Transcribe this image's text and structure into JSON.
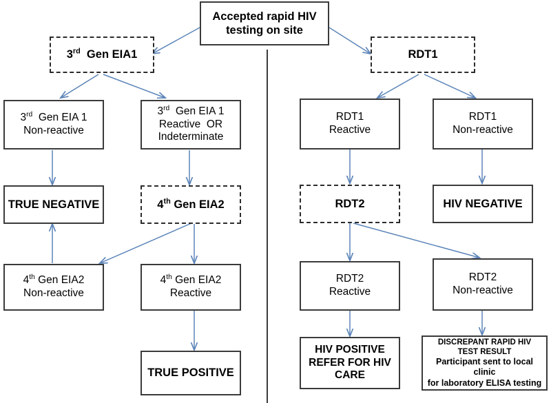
{
  "diagram": {
    "title": "HIV rapid testing algorithm flowchart",
    "arrow_color": "#5b84b8",
    "box_border_color": "#3a3a3a",
    "divider_label": "vertical-separator"
  },
  "nodes": {
    "root": {
      "label": "Accepted rapid HIV\ntesting on site",
      "style": "solid",
      "weight": "bold"
    },
    "eia1_test": {
      "label": "3rd  Gen EIA1",
      "sup": "rd",
      "style": "dashed",
      "weight": "bold"
    },
    "eia1_nonreact": {
      "label": "3rd  Gen EIA 1\nNon-reactive",
      "sup": "rd",
      "style": "solid",
      "weight": "normal"
    },
    "eia1_react": {
      "label": "3rd  Gen EIA 1\nReactive  OR\nIndeterminate",
      "sup": "rd",
      "style": "solid",
      "weight": "normal"
    },
    "true_negative": {
      "label": "TRUE NEGATIVE",
      "style": "solid",
      "weight": "bold"
    },
    "eia2_test": {
      "label": "4th Gen EIA2",
      "sup": "th",
      "style": "dashed",
      "weight": "bold"
    },
    "eia2_nonreact": {
      "label": "4th Gen EIA2\nNon-reactive",
      "sup": "th",
      "style": "solid",
      "weight": "normal"
    },
    "eia2_react": {
      "label": "4th Gen EIA2\nReactive",
      "sup": "th",
      "style": "solid",
      "weight": "normal"
    },
    "true_positive": {
      "label": "TRUE POSITIVE",
      "style": "solid",
      "weight": "bold"
    },
    "rdt1_test": {
      "label": "RDT1",
      "style": "dashed",
      "weight": "bold"
    },
    "rdt1_react": {
      "label": "RDT1\nReactive",
      "style": "solid",
      "weight": "normal"
    },
    "rdt1_nonreact": {
      "label": "RDT1\nNon-reactive",
      "style": "solid",
      "weight": "normal"
    },
    "rdt2_test": {
      "label": "RDT2",
      "style": "dashed",
      "weight": "bold"
    },
    "hiv_negative": {
      "label": "HIV NEGATIVE",
      "style": "solid",
      "weight": "bold"
    },
    "rdt2_react": {
      "label": "RDT2\nReactive",
      "style": "solid",
      "weight": "normal"
    },
    "rdt2_nonreact": {
      "label": "RDT2\nNon-reactive",
      "style": "solid",
      "weight": "normal"
    },
    "hiv_positive": {
      "label": "HIV POSITIVE\nREFER FOR HIV\nCARE",
      "style": "solid",
      "weight": "bold"
    },
    "discrepant": {
      "label": "DISCREPANT RAPID HIV\nTEST RESULT",
      "label2": "Participant sent to local clinic\nfor laboratory ELISA testing",
      "style": "solid",
      "weight": "bold"
    }
  },
  "edges": [
    {
      "from": "root",
      "to": "eia1_test"
    },
    {
      "from": "root",
      "to": "rdt1_test"
    },
    {
      "from": "eia1_test",
      "to": "eia1_nonreact"
    },
    {
      "from": "eia1_test",
      "to": "eia1_react"
    },
    {
      "from": "eia1_nonreact",
      "to": "true_negative"
    },
    {
      "from": "eia1_react",
      "to": "eia2_test"
    },
    {
      "from": "eia2_test",
      "to": "eia2_nonreact"
    },
    {
      "from": "eia2_test",
      "to": "eia2_react"
    },
    {
      "from": "eia2_nonreact",
      "to": "true_negative"
    },
    {
      "from": "eia2_react",
      "to": "true_positive"
    },
    {
      "from": "rdt1_test",
      "to": "rdt1_react"
    },
    {
      "from": "rdt1_test",
      "to": "rdt1_nonreact"
    },
    {
      "from": "rdt1_react",
      "to": "rdt2_test"
    },
    {
      "from": "rdt1_nonreact",
      "to": "hiv_negative"
    },
    {
      "from": "rdt2_test",
      "to": "rdt2_react"
    },
    {
      "from": "rdt2_test",
      "to": "rdt2_nonreact"
    },
    {
      "from": "rdt2_react",
      "to": "hiv_positive"
    },
    {
      "from": "rdt2_nonreact",
      "to": "discrepant"
    }
  ]
}
